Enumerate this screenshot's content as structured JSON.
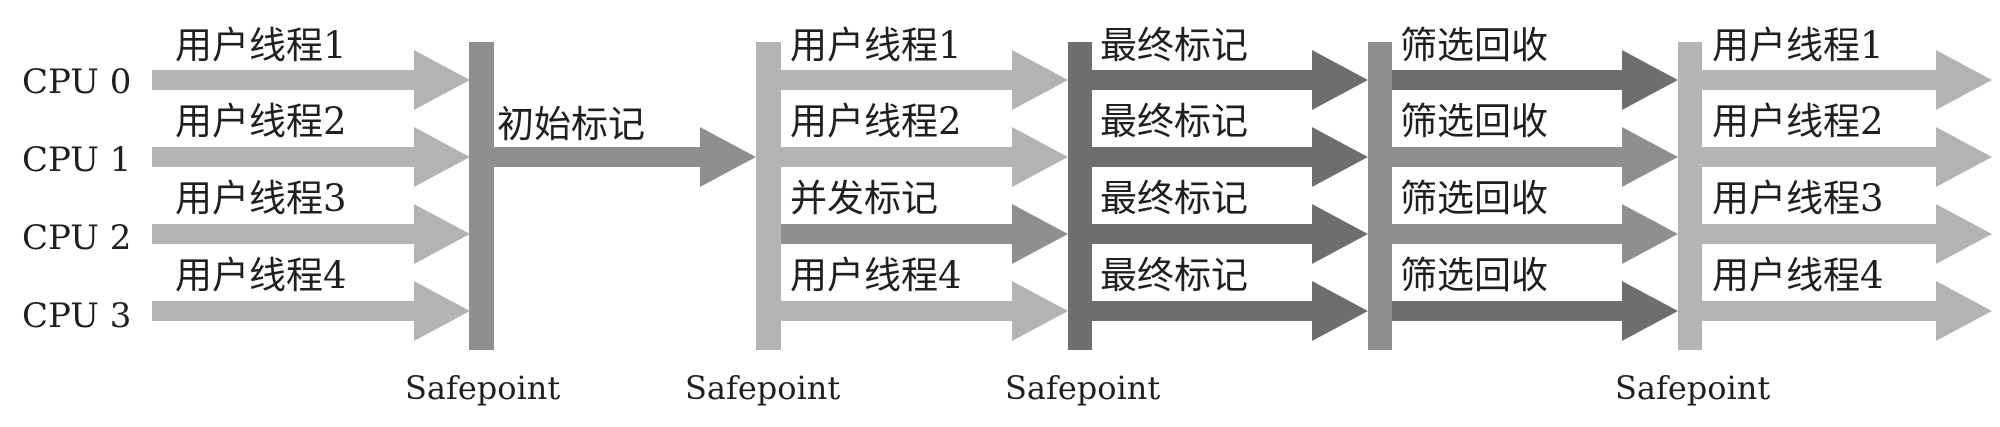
{
  "cpus": [
    "CPU 0",
    "CPU 1",
    "CPU 2",
    "CPU 3"
  ],
  "safepoint_label": "Safepoint",
  "colors": {
    "light": "#b3b3b3",
    "medium": "#8f8f8f",
    "dark": "#6e6e6e",
    "text": "#1f1f1f",
    "background": "#ffffff"
  },
  "stages": [
    {
      "id": "stage1",
      "labels": [
        "用户线程1",
        "用户线程2",
        "用户线程3",
        "用户线程4"
      ],
      "shades": [
        "light",
        "light",
        "light",
        "light"
      ]
    },
    {
      "id": "initial-mark",
      "labels": [
        "初始标记"
      ],
      "shades": [
        "medium"
      ]
    },
    {
      "id": "stage3",
      "labels": [
        "用户线程1",
        "用户线程2",
        "并发标记",
        "用户线程4"
      ],
      "shades": [
        "light",
        "light",
        "medium",
        "light"
      ]
    },
    {
      "id": "final-mark",
      "labels": [
        "最终标记",
        "最终标记",
        "最终标记",
        "最终标记"
      ],
      "shades": [
        "dark",
        "dark",
        "dark",
        "dark"
      ]
    },
    {
      "id": "live-data-counting",
      "labels": [
        "筛选回收",
        "筛选回收",
        "筛选回收",
        "筛选回收"
      ],
      "shades": [
        "dark",
        "medium",
        "medium",
        "dark"
      ]
    },
    {
      "id": "stage6",
      "labels": [
        "用户线程1",
        "用户线程2",
        "用户线程3",
        "用户线程4"
      ],
      "shades": [
        "light",
        "light",
        "light",
        "light"
      ]
    }
  ],
  "safepoints": [
    {
      "shade": "medium"
    },
    {
      "shade": "light"
    },
    {
      "shade": "dark"
    },
    {
      "shade": "medium"
    },
    {
      "shade": "light"
    }
  ]
}
